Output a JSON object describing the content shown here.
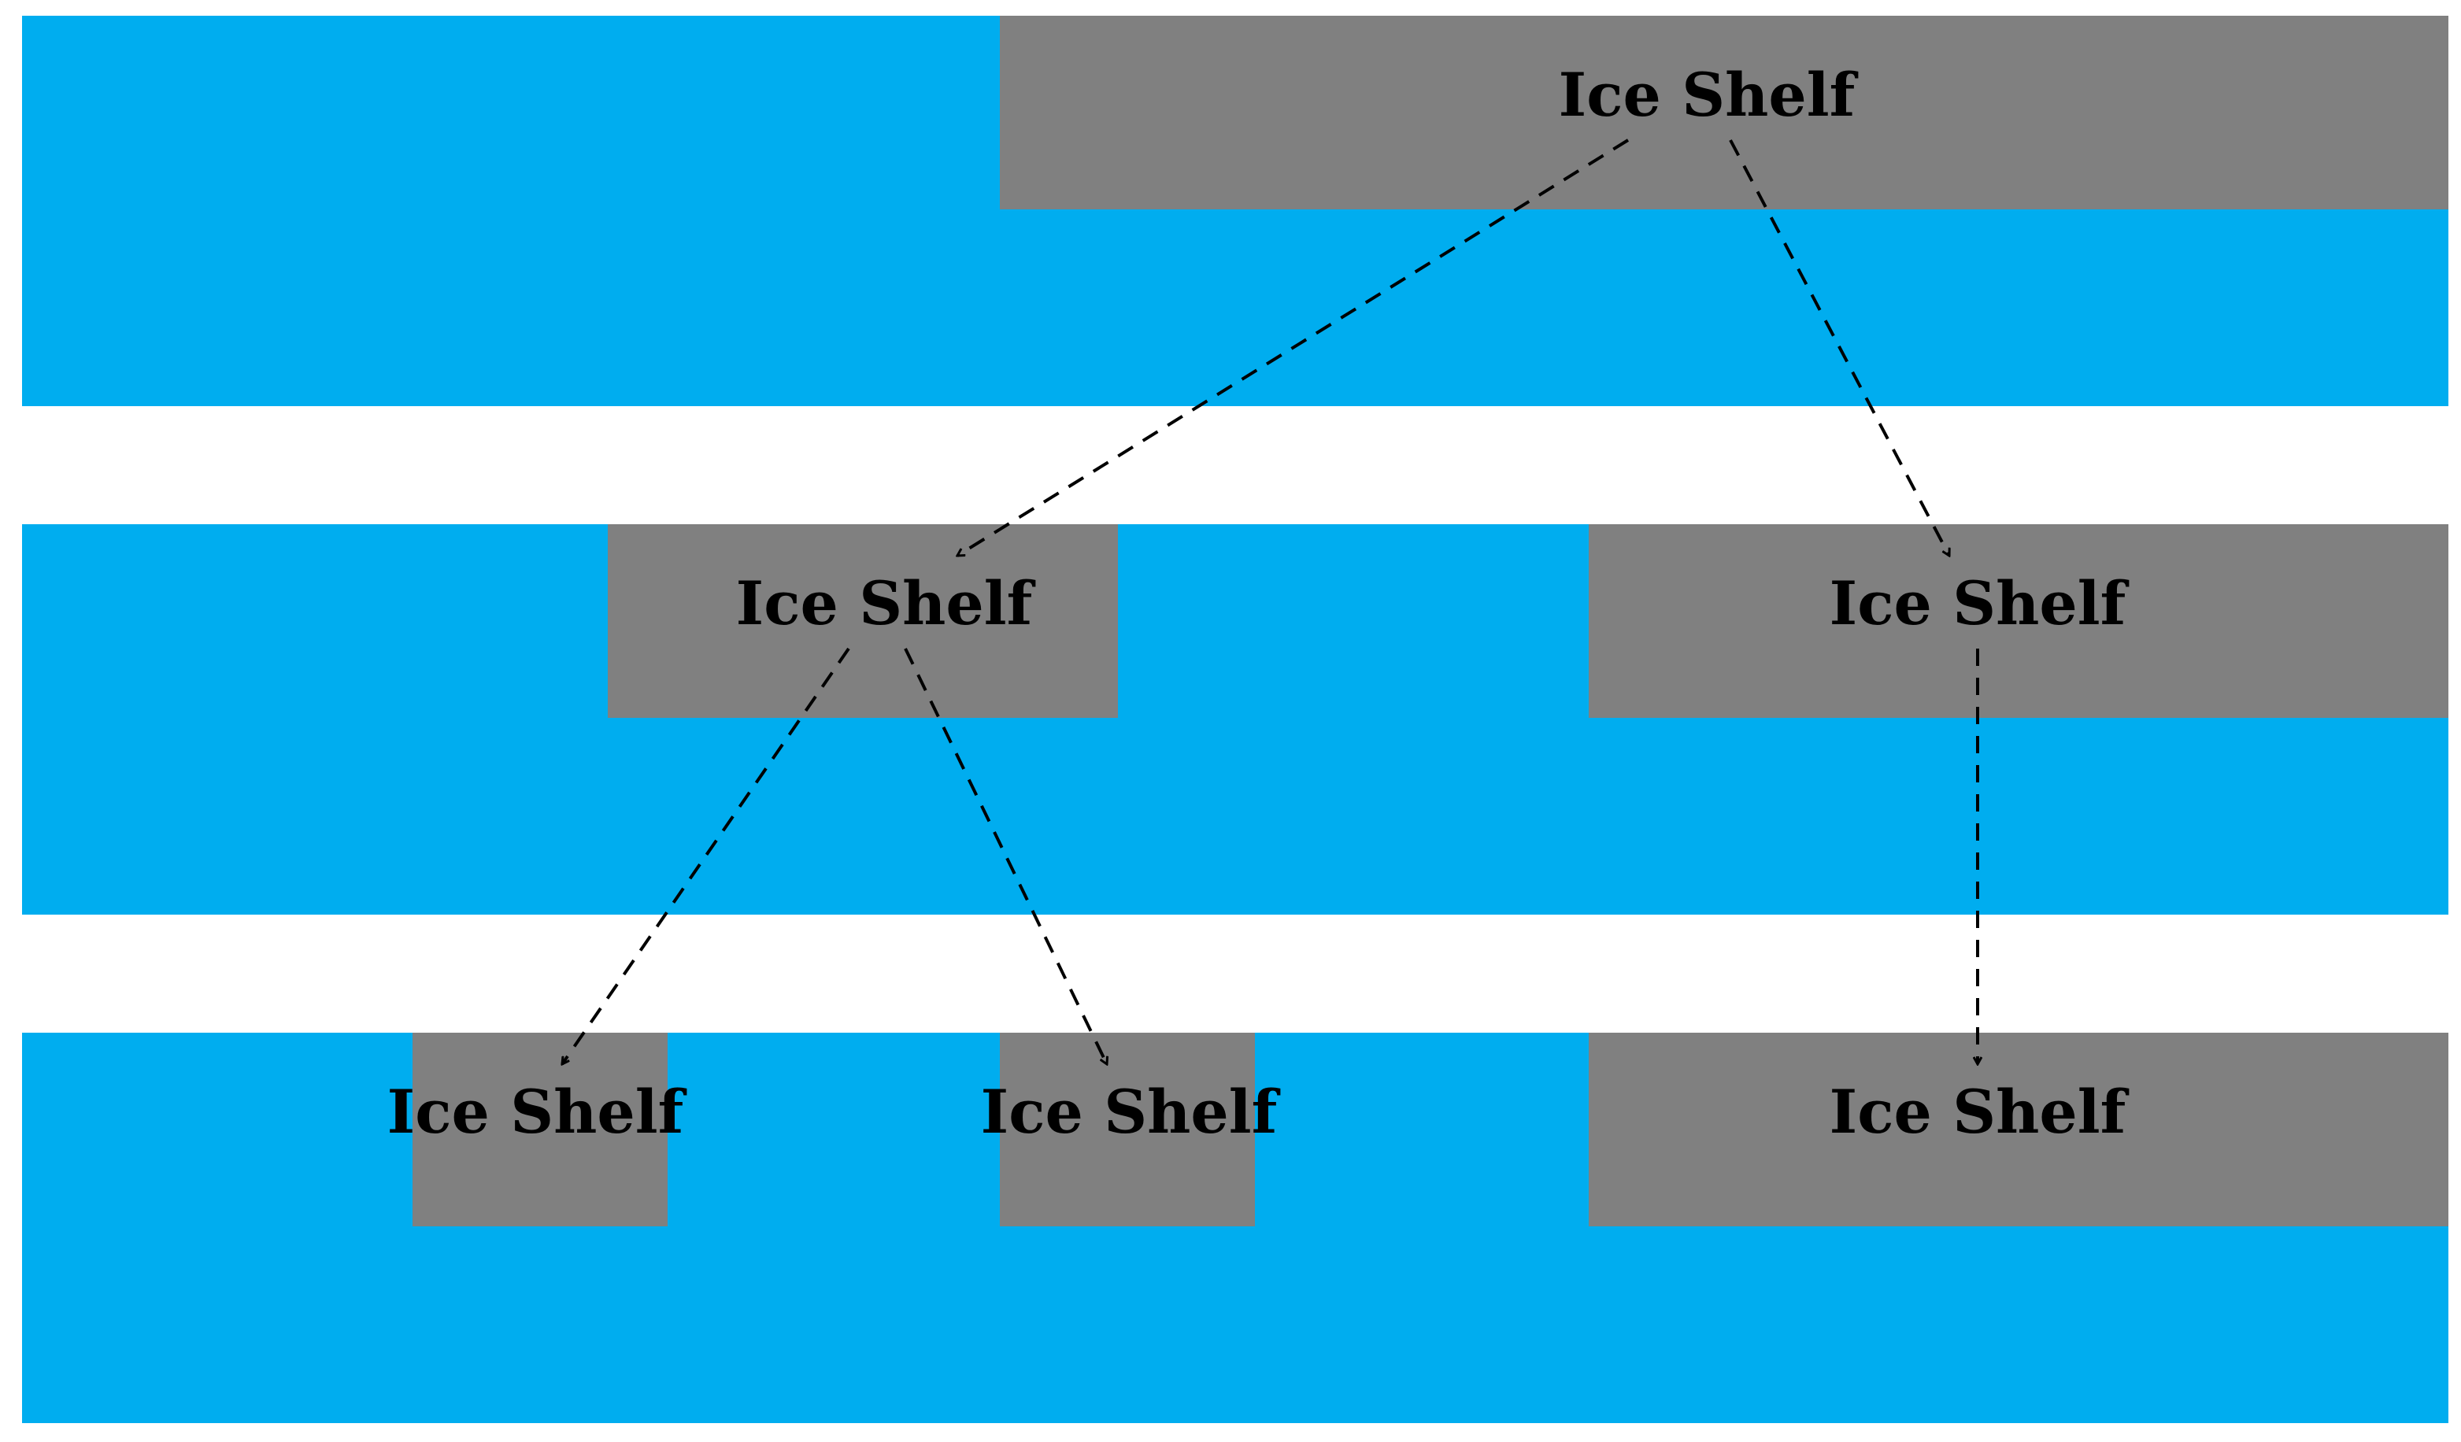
{
  "colors": {
    "ocean": "#00adef",
    "ice_shelf": "#808080",
    "background": "#ffffff",
    "arrow": "#000000"
  },
  "panels": [
    {
      "shelves": [
        {
          "label": "Ice Shelf"
        }
      ]
    },
    {
      "shelves": [
        {
          "label": "Ice Shelf"
        },
        {
          "label": "Ice Shelf"
        }
      ]
    },
    {
      "shelves": [
        {
          "label": "Ice Shelf"
        },
        {
          "label": "Ice Shelf"
        },
        {
          "label": "Ice Shelf"
        }
      ]
    }
  ],
  "arrow_style": "dashed"
}
